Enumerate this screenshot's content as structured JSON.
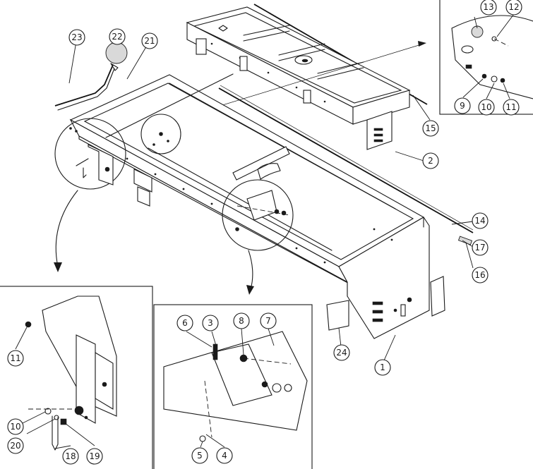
{
  "diagram": {
    "callouts": [
      {
        "id": "c1",
        "label": "1"
      },
      {
        "id": "c2",
        "label": "2"
      },
      {
        "id": "c3",
        "label": "3"
      },
      {
        "id": "c4",
        "label": "4"
      },
      {
        "id": "c5",
        "label": "5"
      },
      {
        "id": "c6",
        "label": "6"
      },
      {
        "id": "c7",
        "label": "7"
      },
      {
        "id": "c8",
        "label": "8"
      },
      {
        "id": "c9",
        "label": "9"
      },
      {
        "id": "c10",
        "label": "10"
      },
      {
        "id": "c10b",
        "label": "10"
      },
      {
        "id": "c11",
        "label": "11"
      },
      {
        "id": "c11b",
        "label": "11"
      },
      {
        "id": "c12",
        "label": "12"
      },
      {
        "id": "c13",
        "label": "13"
      },
      {
        "id": "c14",
        "label": "14"
      },
      {
        "id": "c15",
        "label": "15"
      },
      {
        "id": "c16",
        "label": "16"
      },
      {
        "id": "c17",
        "label": "17"
      },
      {
        "id": "c18",
        "label": "18"
      },
      {
        "id": "c19",
        "label": "19"
      },
      {
        "id": "c20",
        "label": "20"
      },
      {
        "id": "c21",
        "label": "21"
      },
      {
        "id": "c22",
        "label": "22"
      },
      {
        "id": "c23",
        "label": "23"
      },
      {
        "id": "c24",
        "label": "24"
      }
    ]
  }
}
